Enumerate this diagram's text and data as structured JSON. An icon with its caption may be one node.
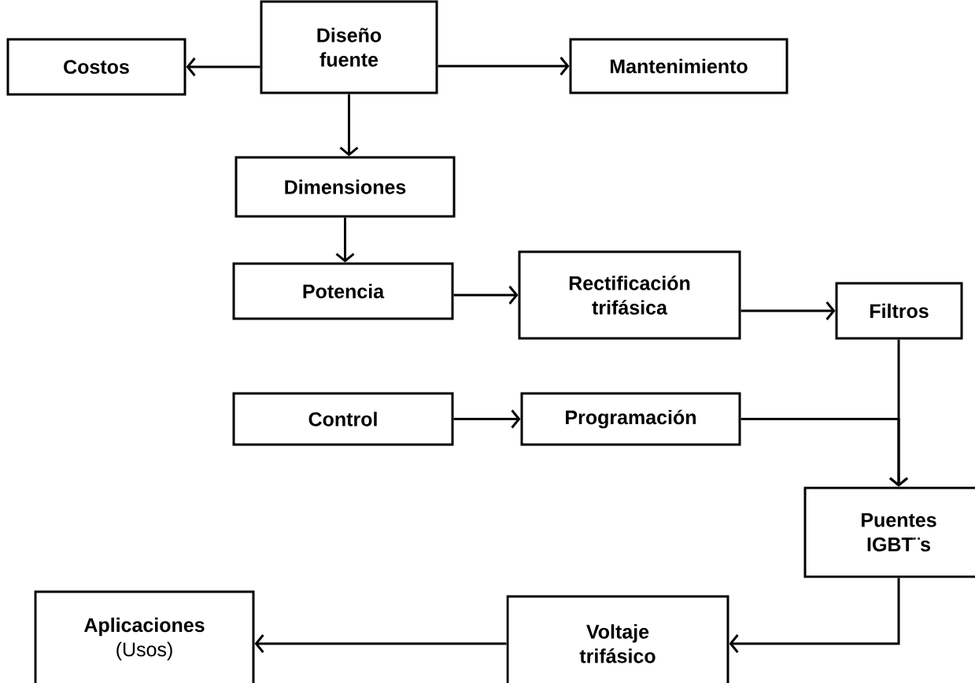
{
  "diagram": {
    "nodes": [
      {
        "text": [
          "Diseño fuente"
        ]
      },
      {
        "text": [
          "Costos"
        ]
      },
      {
        "text": [
          "Mantenimiento"
        ]
      },
      {
        "text": [
          "Dimensiones"
        ]
      },
      {
        "text": [
          "Potencia"
        ]
      },
      {
        "text": [
          "Rectificación trifásica"
        ]
      },
      {
        "text": [
          "Filtros"
        ]
      },
      {
        "text": [
          "Control"
        ]
      },
      {
        "text": [
          "Programación"
        ]
      },
      {
        "text": [
          "Puentes IGBT¨s"
        ]
      },
      {
        "text": [
          "Aplicaciones",
          "(Usos)"
        ]
      },
      {
        "text": [
          "Voltaje trifásico"
        ]
      }
    ],
    "edges": [
      {
        "from": 0,
        "to": 1,
        "arrow": "to"
      },
      {
        "from": 0,
        "to": 2,
        "arrow": "to"
      },
      {
        "from": 0,
        "to": 3,
        "arrow": "to"
      },
      {
        "from": 3,
        "to": 4,
        "arrow": "to"
      },
      {
        "from": 4,
        "to": 5,
        "arrow": "to"
      },
      {
        "from": 5,
        "to": 6,
        "arrow": "to"
      },
      {
        "from": 7,
        "to": 8,
        "arrow": "to"
      },
      {
        "from": 6,
        "to": 9,
        "arrow": "to"
      },
      {
        "from": 8,
        "to": 9,
        "arrow": "to"
      },
      {
        "from": 9,
        "to": 11,
        "arrow": "to"
      },
      {
        "from": 11,
        "to": 10,
        "arrow": "to"
      }
    ]
  }
}
